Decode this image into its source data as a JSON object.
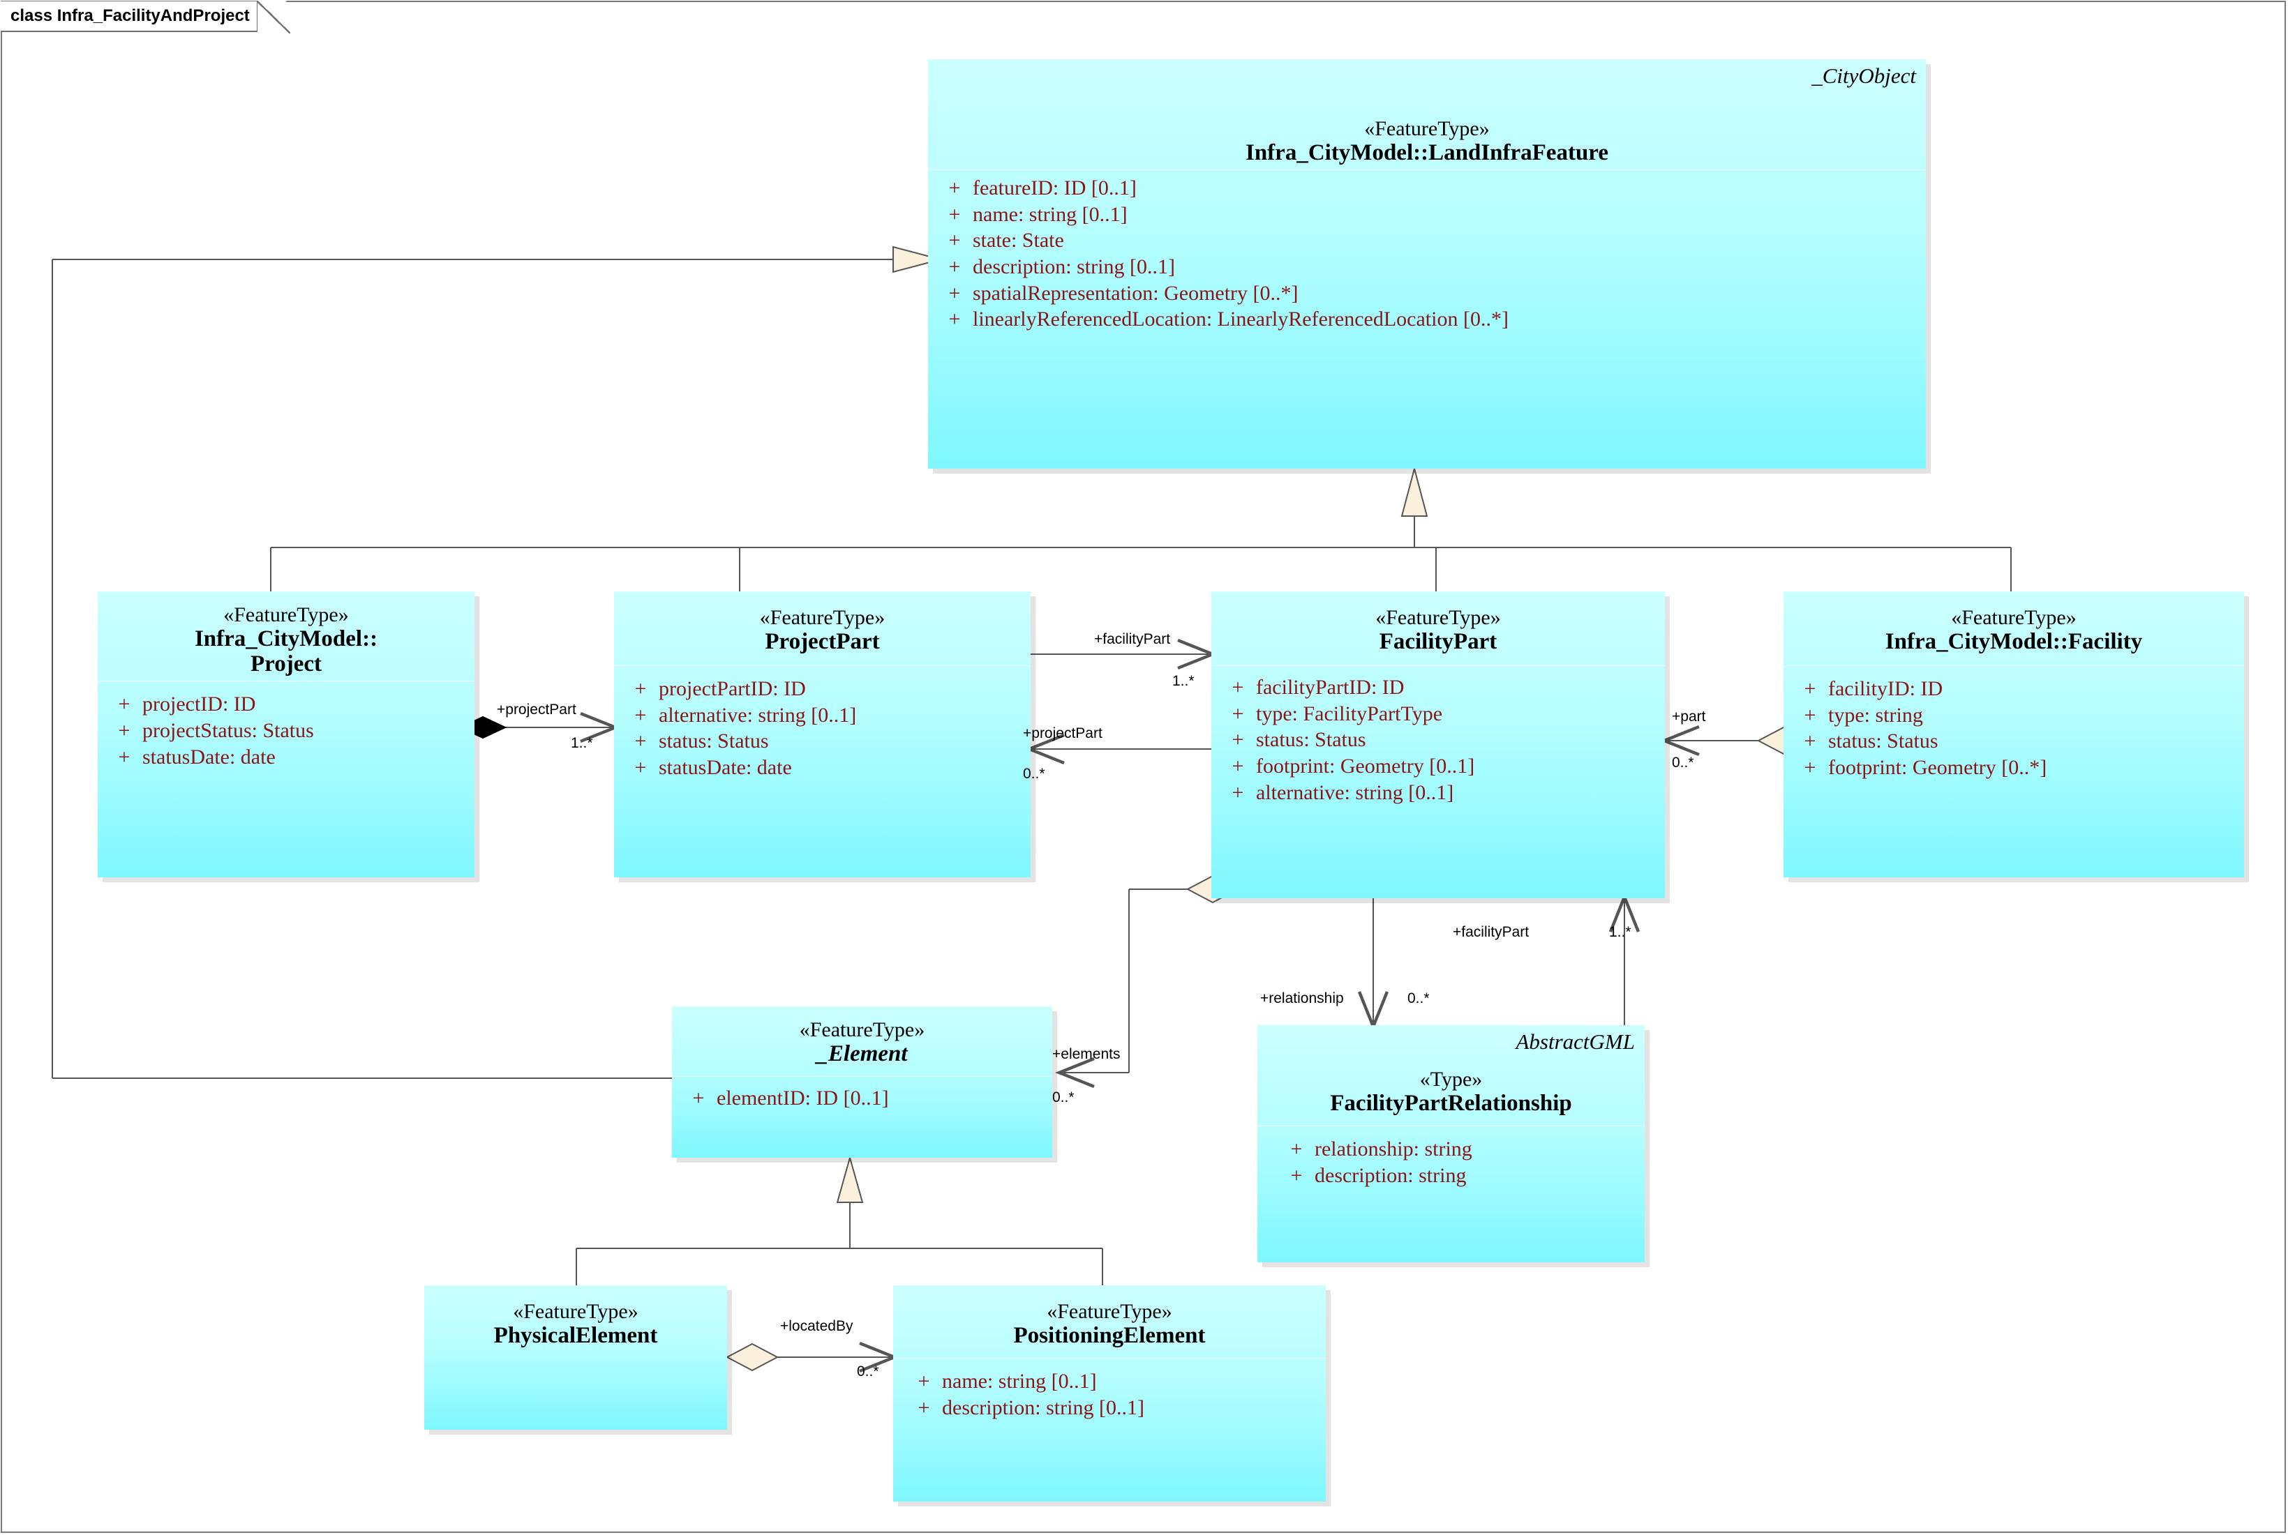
{
  "diagram": {
    "title": "class Infra_FacilityAndProject",
    "accent_fill_top": "#ccffff",
    "accent_fill_bottom": "#7ff7ff",
    "attribute_color": "#8b1414",
    "line_color": "#555555",
    "diamond_fill": "#faf0dc"
  },
  "classes": {
    "landinfrafeature": {
      "base": "_CityObject",
      "stereotype": "«FeatureType»",
      "name": "Infra_CityModel::LandInfraFeature",
      "attributes": [
        {
          "vis": "+",
          "text": "featureID: ID [0..1]"
        },
        {
          "vis": "+",
          "text": "name: string [0..1]"
        },
        {
          "vis": "+",
          "text": "state: State"
        },
        {
          "vis": "+",
          "text": "description: string [0..1]"
        },
        {
          "vis": "+",
          "text": "spatialRepresentation: Geometry [0..*]"
        },
        {
          "vis": "+",
          "text": "linearlyReferencedLocation: LinearlyReferencedLocation [0..*]"
        }
      ]
    },
    "project": {
      "stereotype": "«FeatureType»",
      "name_line1": "Infra_CityModel::",
      "name_line2": "Project",
      "attributes": [
        {
          "vis": "+",
          "text": "projectID: ID"
        },
        {
          "vis": "+",
          "text": "projectStatus: Status"
        },
        {
          "vis": "+",
          "text": "statusDate: date"
        }
      ]
    },
    "projectpart": {
      "stereotype": "«FeatureType»",
      "name": "ProjectPart",
      "attributes": [
        {
          "vis": "+",
          "text": "projectPartID: ID"
        },
        {
          "vis": "+",
          "text": "alternative: string [0..1]"
        },
        {
          "vis": "+",
          "text": "status: Status"
        },
        {
          "vis": "+",
          "text": "statusDate: date"
        }
      ]
    },
    "facilitypart": {
      "stereotype": "«FeatureType»",
      "name": "FacilityPart",
      "attributes": [
        {
          "vis": "+",
          "text": "facilityPartID: ID"
        },
        {
          "vis": "+",
          "text": "type: FacilityPartType"
        },
        {
          "vis": "+",
          "text": "status: Status"
        },
        {
          "vis": "+",
          "text": "footprint: Geometry [0..1]"
        },
        {
          "vis": "+",
          "text": "alternative: string [0..1]"
        }
      ]
    },
    "facility": {
      "stereotype": "«FeatureType»",
      "name": "Infra_CityModel::Facility",
      "attributes": [
        {
          "vis": "+",
          "text": "facilityID: ID"
        },
        {
          "vis": "+",
          "text": "type: string"
        },
        {
          "vis": "+",
          "text": "status: Status"
        },
        {
          "vis": "+",
          "text": "footprint: Geometry [0..*]"
        }
      ]
    },
    "element": {
      "stereotype": "«FeatureType»",
      "name": "_Element",
      "abstract": true,
      "attributes": [
        {
          "vis": "+",
          "text": "elementID: ID [0..1]"
        }
      ]
    },
    "facilitypartrelationship": {
      "base": "AbstractGML",
      "stereotype": "«Type»",
      "name": "FacilityPartRelationship",
      "attributes": [
        {
          "vis": "+",
          "text": "relationship: string"
        },
        {
          "vis": "+",
          "text": "description: string"
        }
      ]
    },
    "physicalelement": {
      "stereotype": "«FeatureType»",
      "name": "PhysicalElement",
      "attributes": []
    },
    "positioningelement": {
      "stereotype": "«FeatureType»",
      "name": "PositioningElement",
      "attributes": [
        {
          "vis": "+",
          "text": "name: string [0..1]"
        },
        {
          "vis": "+",
          "text": "description: string [0..1]"
        }
      ]
    }
  },
  "associations": {
    "project_projectpart": {
      "role": "+projectPart",
      "multiplicity": "1..*",
      "kind": "composition"
    },
    "projectpart_facilitypart": {
      "role": "+facilityPart",
      "multiplicity": "1..*",
      "kind": "association"
    },
    "facilitypart_projectpart": {
      "role": "+projectPart",
      "multiplicity": "0..*",
      "kind": "association"
    },
    "facility_facilitypart": {
      "role": "+part",
      "multiplicity": "0..*",
      "kind": "aggregation"
    },
    "facilitypart_elements": {
      "role": "+elements",
      "multiplicity": "0..*",
      "kind": "aggregation"
    },
    "facilitypart_relationship": {
      "role": "+relationship",
      "multiplicity": "0..*",
      "kind": "association"
    },
    "relationship_facilitypart": {
      "role": "+facilityPart",
      "multiplicity": "1..*",
      "kind": "association"
    },
    "physical_positioning": {
      "role": "+locatedBy",
      "multiplicity": "0..*",
      "kind": "aggregation"
    }
  }
}
